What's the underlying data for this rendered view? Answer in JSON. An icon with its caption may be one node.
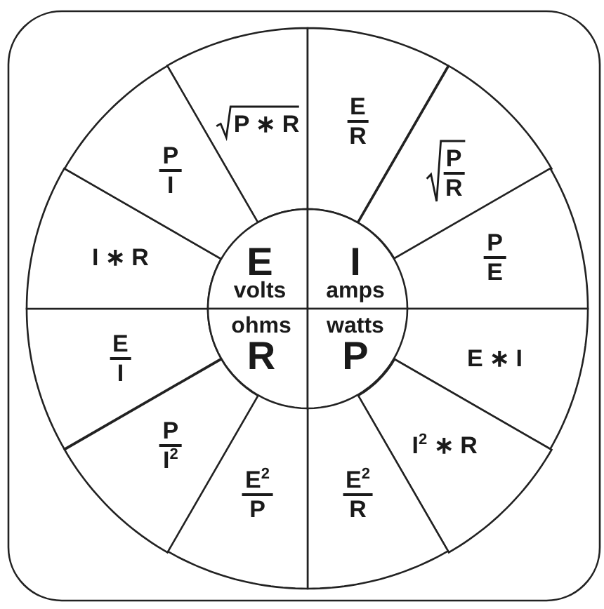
{
  "diagram": {
    "nodes": [
      {
        "text": [
          "P ∗ R"
        ]
      },
      {
        "text": [
          "E",
          "R"
        ]
      },
      {
        "text": [
          "P",
          "R"
        ]
      },
      {
        "text": [
          "P",
          "E"
        ]
      },
      {
        "text": [
          "E ∗ I"
        ]
      },
      {
        "text": [
          "I$^{2}$ ∗ R"
        ]
      },
      {
        "text": [
          "E$^{2}$",
          "R"
        ]
      },
      {
        "text": [
          "E$^{2}$",
          "P"
        ]
      },
      {
        "text": [
          "P",
          "I$^{2}$"
        ]
      },
      {
        "text": [
          "E",
          "I"
        ]
      },
      {
        "text": [
          "I ∗ R"
        ]
      },
      {
        "text": [
          "P",
          "I"
        ]
      },
      {
        "text": [
          "E",
          "volts"
        ]
      },
      {
        "text": [
          "I",
          "amps"
        ]
      },
      {
        "text": [
          "ohms",
          "R"
        ]
      },
      {
        "text": [
          "watts",
          "P"
        ]
      }
    ]
  }
}
